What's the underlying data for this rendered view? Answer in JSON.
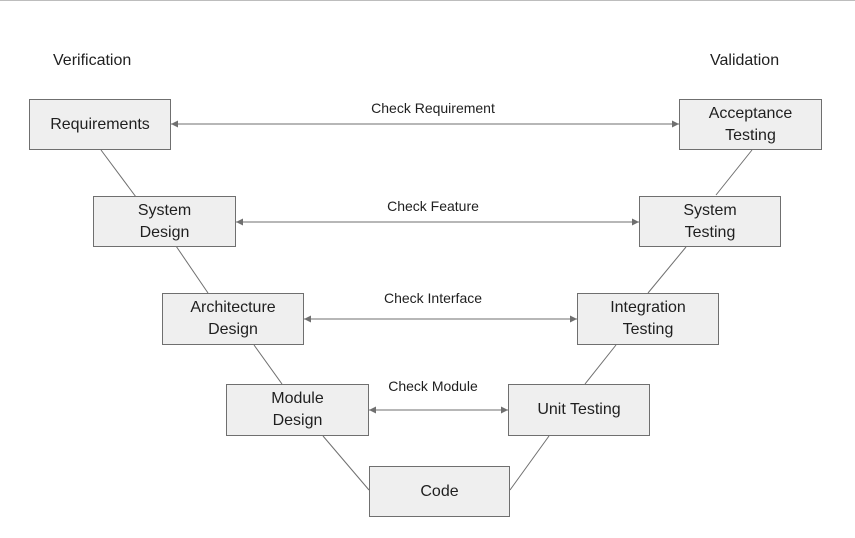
{
  "headings": {
    "left": "Verification",
    "right": "Validation"
  },
  "boxes": {
    "requirements": "Requirements",
    "system_design": "System\nDesign",
    "architecture_design": "Architecture\nDesign",
    "module_design": "Module\nDesign",
    "code": "Code",
    "unit_testing": "Unit Testing",
    "integration_testing": "Integration\nTesting",
    "system_testing": "System\nTesting",
    "acceptance_testing": "Acceptance\nTesting"
  },
  "arrows": {
    "check_requirement": "Check Requirement",
    "check_feature": "Check Feature",
    "check_interface": "Check Interface",
    "check_module": "Check Module"
  },
  "colors": {
    "box_fill": "#efefef",
    "box_border": "#6f6f6f",
    "connector": "#6f6f6f"
  }
}
